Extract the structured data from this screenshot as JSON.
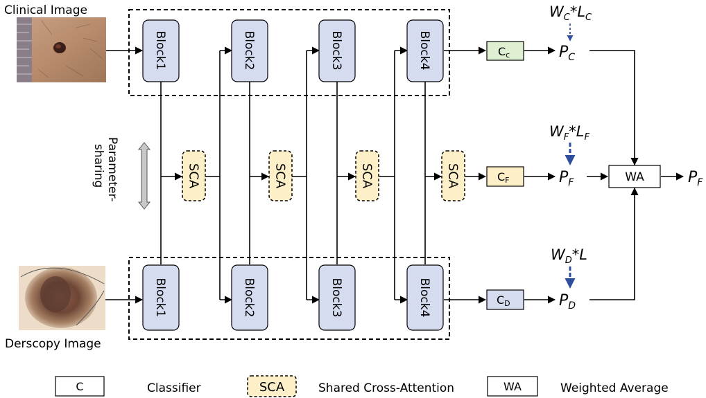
{
  "inputs": {
    "clinical_label": "Clinical Image",
    "dermoscopy_label": "Derscopy Image"
  },
  "blocks": {
    "top": [
      "Block1",
      "Block2",
      "Block3",
      "Block4"
    ],
    "bottom": [
      "Block1",
      "Block2",
      "Block3",
      "Block4"
    ]
  },
  "sca_label": "SCA",
  "param_sharing": [
    "Parameter-",
    "sharing"
  ],
  "classifiers": {
    "c_main": "C",
    "c_sub": "c",
    "f_main": "C",
    "f_sub": "F",
    "d_main": "C",
    "d_sub": "D"
  },
  "weights": {
    "clinical": {
      "w": "W",
      "w_sub": "C",
      "l": "L",
      "l_sub": "C"
    },
    "fused": {
      "w": "W",
      "w_sub": "F",
      "l": "L",
      "l_sub": "F"
    },
    "dermoscopy": {
      "w": "W",
      "w_sub": "D",
      "l": "L",
      "l_sub": ""
    }
  },
  "predictions": {
    "clinical": {
      "p": "P",
      "sub": "C"
    },
    "fused": {
      "p": "P",
      "sub": "F"
    },
    "dermoscopy": {
      "p": "P",
      "sub": "D"
    },
    "final": {
      "p": "P",
      "sub": "F"
    }
  },
  "wa_label": "WA",
  "star": "*",
  "legend": {
    "c_box": "C",
    "c_text": "Classifier",
    "sca_box": "SCA",
    "sca_text": "Shared Cross-Attention",
    "wa_box": "WA",
    "wa_text": "Weighted Average"
  },
  "colors": {
    "block_fill": "#d6dcf0",
    "sca_fill": "#fdefc7",
    "c_fill_clinical": "#dff0d2",
    "c_fill_fused": "#fdefc7",
    "c_fill_derm": "#d6dcf0",
    "arrow_blue": "#2f4f9e"
  }
}
